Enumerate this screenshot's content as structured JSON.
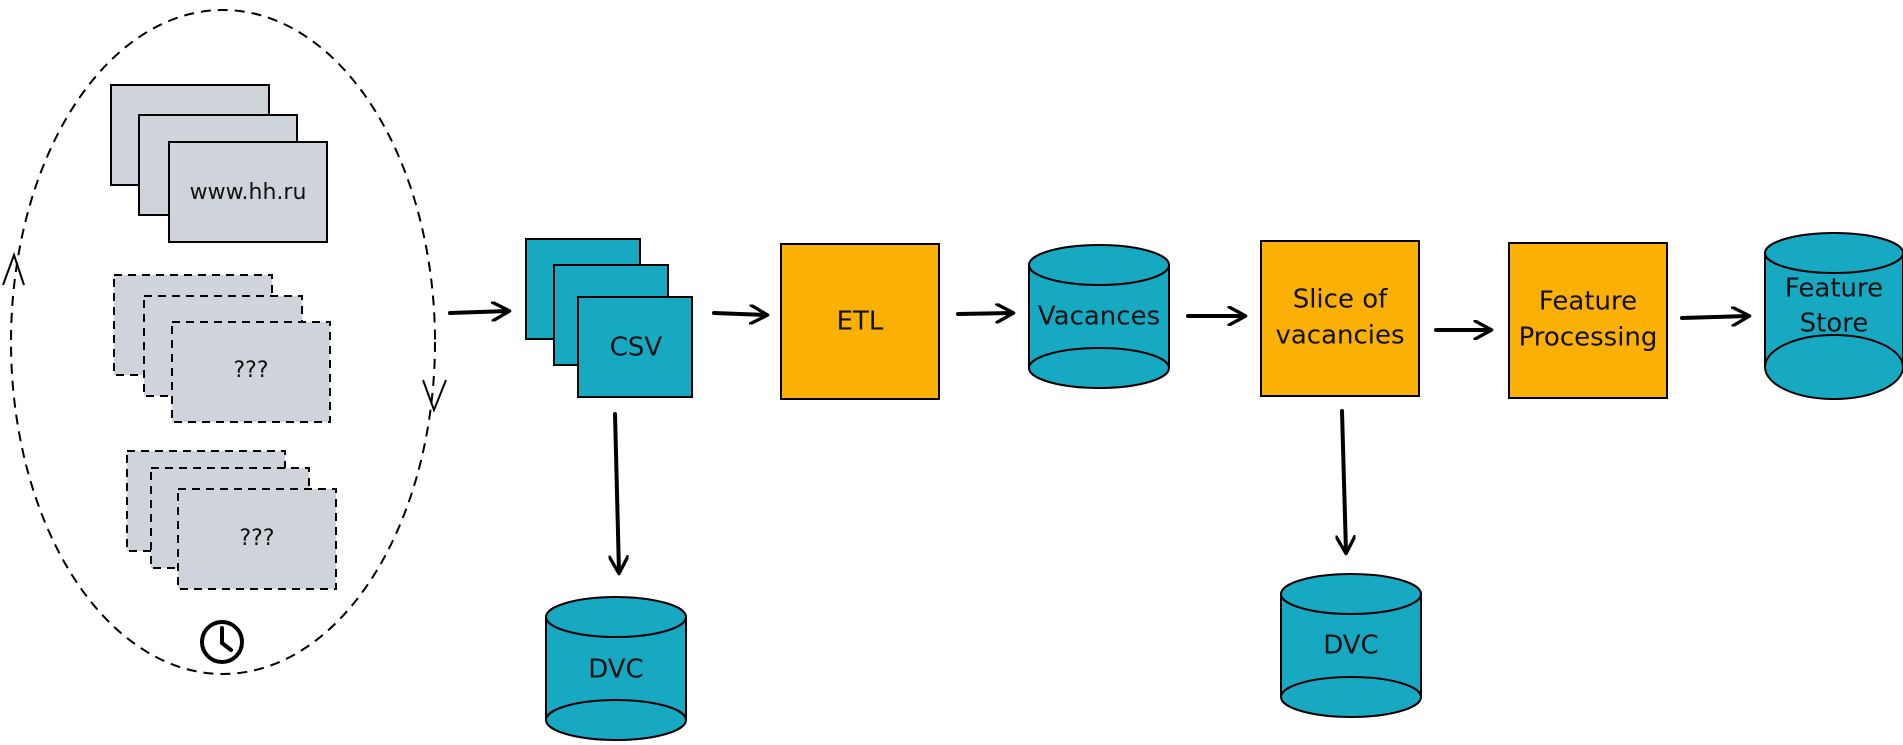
{
  "sources": {
    "primary_label": "www.hh.ru",
    "unknown_label_1": "???",
    "unknown_label_2": "???",
    "schedule_icon": "clock-icon"
  },
  "nodes": {
    "csv": "CSV",
    "etl": "ETL",
    "vacances": "Vacances",
    "slice_line1": "Slice of",
    "slice_line2": "vacancies",
    "feature_processing_line1": "Feature",
    "feature_processing_line2": "Processing",
    "feature_store_line1": "Feature",
    "feature_store_line2": "Store",
    "dvc_csv": "DVC",
    "dvc_slice": "DVC"
  },
  "colors": {
    "storage": "#17a8c2",
    "process": "#fab005",
    "source": "#ced4da",
    "stroke": "#000000"
  }
}
